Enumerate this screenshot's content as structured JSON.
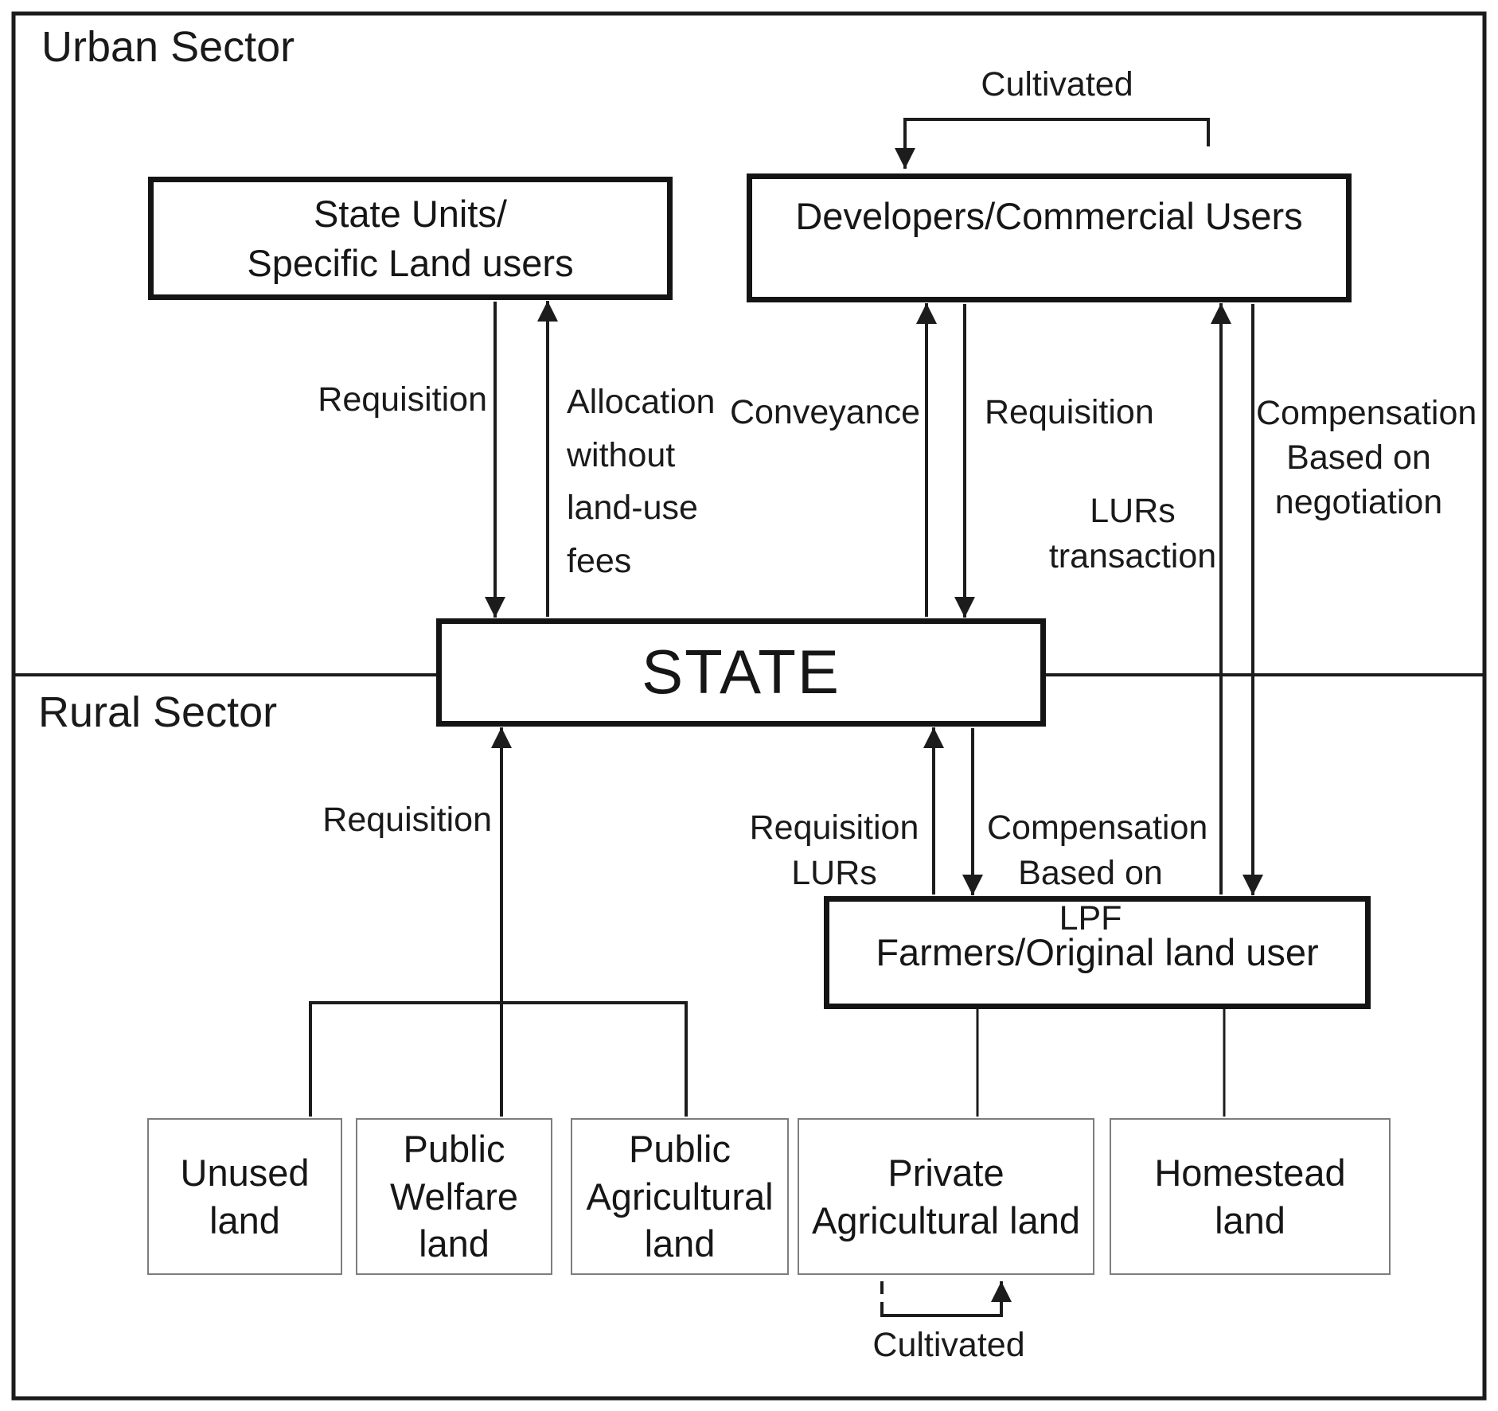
{
  "sectors": {
    "urban": "Urban Sector",
    "rural": "Rural Sector"
  },
  "boxes": {
    "state_units": "State Units/\nSpecific Land users",
    "developers": "Developers/Commercial Users",
    "state": "STATE",
    "farmers": "Farmers/Original land user",
    "unused_land": "Unused\nland",
    "public_welfare_land": "Public\nWelfare\nland",
    "public_agricultural_land": "Public\nAgricultural\nland",
    "private_agricultural_land": "Private\nAgricultural land",
    "homestead_land": "Homestead\nland"
  },
  "edge_labels": {
    "requisition_state_units": "Requisition",
    "allocation": "Allocation\nwithout\nland-use\nfees",
    "conveyance": "Conveyance",
    "requisition_developers": "Requisition",
    "lurs_transaction": "LURs\ntransaction",
    "compensation_negotiation": "Compensation\nBased on\nnegotiation",
    "requisition_rural": "Requisition",
    "requisition_lurs": "Requisition\nLURs",
    "compensation_lpf": "Compensation\nBased on LPF",
    "cultivated_top": "Cultivated",
    "cultivated_bottom": "Cultivated"
  },
  "colors": {
    "background": "#ffffff",
    "text": "#1a1a1a",
    "line": "#1c1c1c",
    "thick_border": "#141414",
    "thin_border": "#7d7d7d"
  }
}
